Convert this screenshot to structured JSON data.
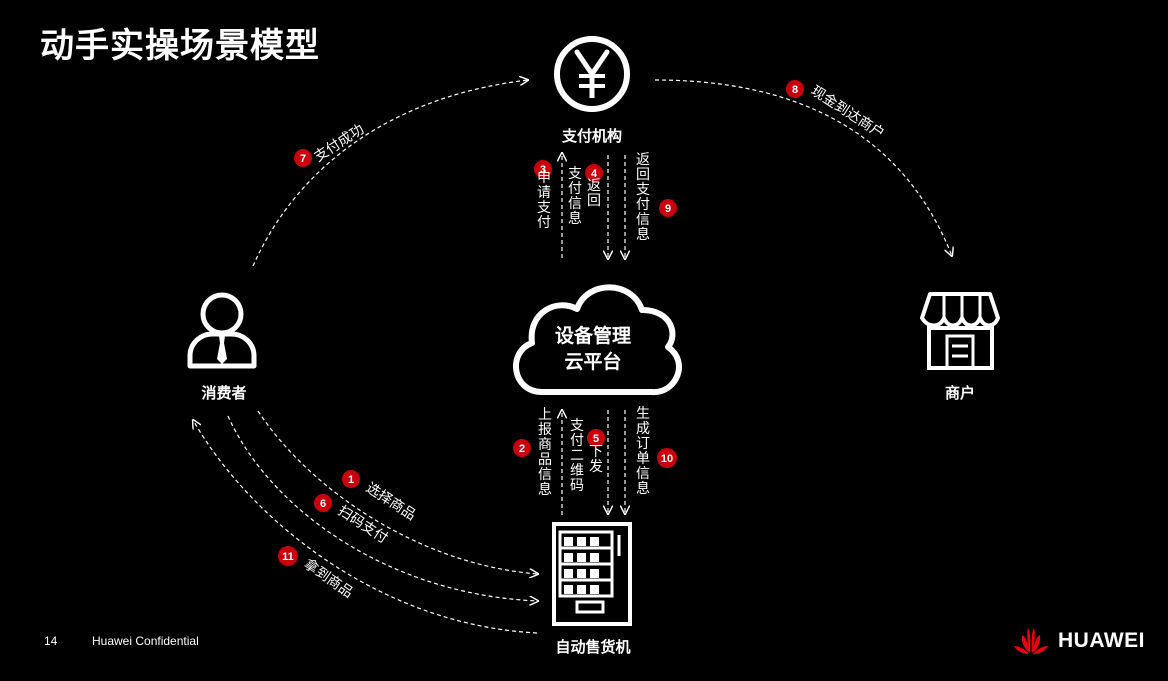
{
  "page": {
    "title": "动手实操场景模型",
    "page_number": "14",
    "confidential": "Huawei Confidential",
    "brand": "HUAWEI"
  },
  "nodes": {
    "payment": {
      "label": "支付机构",
      "icon": "yen-icon"
    },
    "consumer": {
      "label": "消费者",
      "icon": "user-tie-icon"
    },
    "cloud": {
      "label_line1": "设备管理",
      "label_line2": "云平台",
      "icon": "cloud-icon"
    },
    "merchant": {
      "label": "商户",
      "icon": "store-icon"
    },
    "vending": {
      "label": "自动售货机",
      "icon": "vending-machine-icon"
    }
  },
  "steps": {
    "s1": {
      "num": "1",
      "text": "选择商品"
    },
    "s2": {
      "num": "2",
      "text": "上报商品信息"
    },
    "s3": {
      "num": "3",
      "text": "申请支付"
    },
    "s4": {
      "num": "4",
      "text_col1": "返回",
      "text_col2": "支付信息"
    },
    "s5": {
      "num": "5",
      "text_col1": "下发",
      "text_col2": "支付二维码"
    },
    "s6": {
      "num": "6",
      "text": "扫码支付"
    },
    "s7": {
      "num": "7",
      "text": "支付成功"
    },
    "s8": {
      "num": "8",
      "text": "现金到达商户"
    },
    "s9": {
      "num": "9",
      "text": "返回支付信息"
    },
    "s10": {
      "num": "10",
      "text": "生成订单信息"
    },
    "s11": {
      "num": "11",
      "text": "拿到商品"
    }
  },
  "colors": {
    "background": "#000000",
    "badge": "#c7000b",
    "brand_red": "#e60012",
    "foreground": "#ffffff"
  }
}
